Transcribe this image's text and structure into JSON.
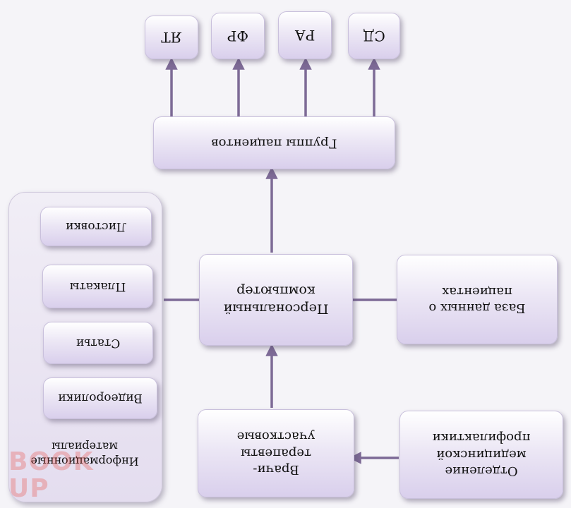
{
  "top_groups": [
    {
      "label": "ЯТ"
    },
    {
      "label": "ФР"
    },
    {
      "label": "РА"
    },
    {
      "label": "СД"
    }
  ],
  "patient_groups": {
    "label": "Группы пациентов"
  },
  "pc": {
    "label": "Персональный компьютер"
  },
  "database": {
    "label": "База данных о пациентах"
  },
  "doctors": {
    "label": "Врачи-терапевты участковые"
  },
  "department": {
    "label": "Отделение медицинской профилактики"
  },
  "info_materials": {
    "label": "Информационные материалы",
    "items": [
      {
        "label": "Листовки"
      },
      {
        "label": "Плакаты"
      },
      {
        "label": "Статьи"
      },
      {
        "label": "Видеоролики"
      }
    ]
  },
  "colors": {
    "arrow": "#7d6a96",
    "box_light": "#ffffff",
    "box_dark": "#d9cfec"
  }
}
